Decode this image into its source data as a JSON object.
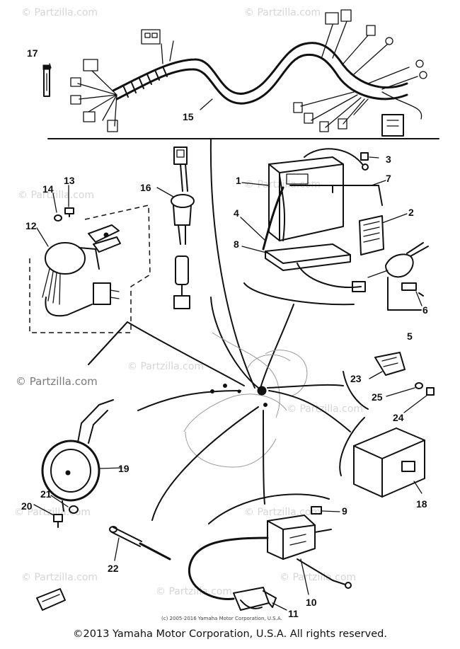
{
  "watermarks": [
    "© Partzilla.com",
    "© Partzilla.com",
    "© Partzilla.com",
    "© Partzilla.com",
    "© Partzilla.com",
    "© Partzilla.com",
    "© Partzilla.com",
    "© Partzilla.com",
    "© Partzilla.com",
    "© Partzilla.com",
    "© Partzilla.com"
  ],
  "main_watermark": "© Partzilla.com",
  "callouts": [
    "17",
    "15",
    "3",
    "1",
    "7",
    "16",
    "14",
    "13",
    "12",
    "4",
    "2",
    "8",
    "6",
    "5",
    "23",
    "25",
    "24",
    "19",
    "21",
    "20",
    "18",
    "9",
    "22",
    "10",
    "11"
  ],
  "small_copyright": "(c) 2005-2016 Yamaha Motor Corporation, U.S.A.",
  "footer": "©2013 Yamaha Motor Corporation, U.S.A. All rights reserved."
}
